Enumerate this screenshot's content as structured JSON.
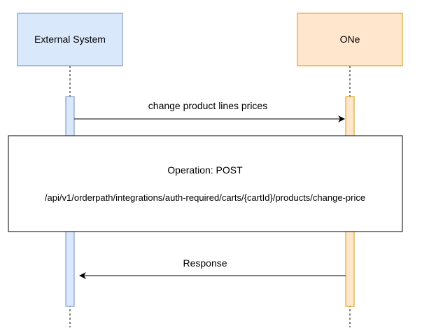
{
  "participants": {
    "left": {
      "label": "External System",
      "fill": "#dae8fc",
      "stroke": "#6c8ebf"
    },
    "right": {
      "label": "ONe",
      "fill": "#ffe6cc",
      "stroke": "#d79b00"
    }
  },
  "messages": {
    "request": {
      "label": "change product lines prices"
    },
    "response": {
      "label": "Response"
    }
  },
  "note": {
    "operation": "Operation: POST",
    "endpoint": "/api/v1/orderpath/integrations/auth-required/carts/{cartId}/products/change-price"
  }
}
